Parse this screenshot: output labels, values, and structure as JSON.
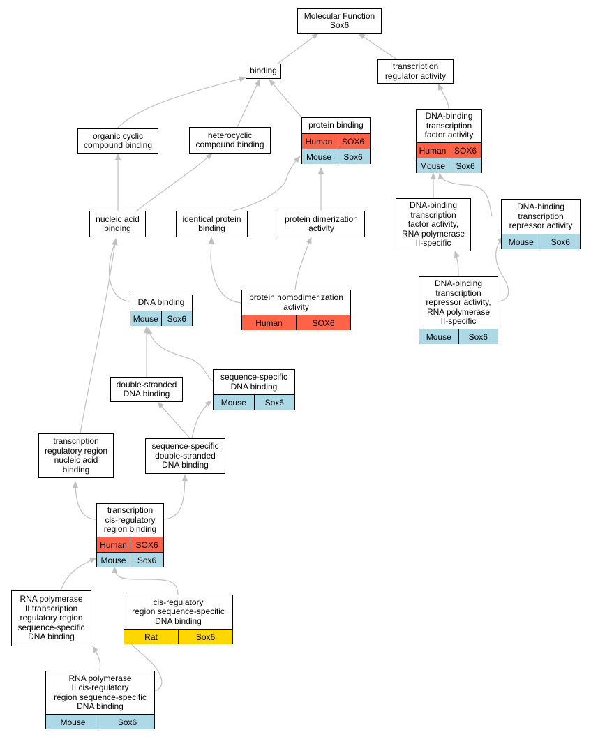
{
  "nodes": [
    {
      "id": "mf",
      "lines": [
        "Molecular Function",
        "Sox6"
      ],
      "rows": []
    },
    {
      "id": "binding",
      "lines": [
        "binding"
      ],
      "rows": []
    },
    {
      "id": "tra",
      "lines": [
        "transcription",
        "regulator activity"
      ],
      "rows": []
    },
    {
      "id": "dbtfa",
      "lines": [
        "DNA-binding",
        "transcription",
        "factor activity"
      ],
      "rows": [
        [
          "Human",
          "SOX6"
        ],
        [
          "Mouse",
          "Sox6"
        ]
      ]
    },
    {
      "id": "ocb",
      "lines": [
        "organic cyclic",
        "compound binding"
      ],
      "rows": []
    },
    {
      "id": "hcb",
      "lines": [
        "heterocyclic",
        "compound binding"
      ],
      "rows": []
    },
    {
      "id": "pb",
      "lines": [
        "protein binding"
      ],
      "rows": [
        [
          "Human",
          "SOX6"
        ],
        [
          "Mouse",
          "Sox6"
        ]
      ]
    },
    {
      "id": "nab",
      "lines": [
        "nucleic acid",
        "binding"
      ],
      "rows": []
    },
    {
      "id": "ipb",
      "lines": [
        "identical protein",
        "binding"
      ],
      "rows": []
    },
    {
      "id": "pda",
      "lines": [
        "protein dimerization",
        "activity"
      ],
      "rows": []
    },
    {
      "id": "dbtfapol",
      "lines": [
        "DNA-binding",
        "transcription",
        "factor activity,",
        "RNA polymerase",
        "II-specific"
      ],
      "rows": []
    },
    {
      "id": "dbtra",
      "lines": [
        "DNA-binding",
        "transcription",
        "repressor activity"
      ],
      "rows": [
        [
          "Mouse",
          "Sox6"
        ]
      ]
    },
    {
      "id": "dbtrapol",
      "lines": [
        "DNA-binding",
        "transcription",
        "repressor activity,",
        "RNA polymerase",
        "II-specific"
      ],
      "rows": [
        [
          "Mouse",
          "Sox6"
        ]
      ]
    },
    {
      "id": "dnab",
      "lines": [
        "DNA binding"
      ],
      "rows": [
        [
          "Mouse",
          "Sox6"
        ]
      ]
    },
    {
      "id": "phda",
      "lines": [
        "protein homodimerization",
        "activity"
      ],
      "rows": [
        [
          "Human",
          "SOX6"
        ]
      ]
    },
    {
      "id": "dsdb",
      "lines": [
        "double-stranded",
        "DNA binding"
      ],
      "rows": []
    },
    {
      "id": "ssdb",
      "lines": [
        "sequence-specific",
        "DNA binding"
      ],
      "rows": [
        [
          "Mouse",
          "Sox6"
        ]
      ]
    },
    {
      "id": "trrnab",
      "lines": [
        "transcription",
        "regulatory region",
        "nucleic acid",
        "binding"
      ],
      "rows": []
    },
    {
      "id": "ssdsdb",
      "lines": [
        "sequence-specific",
        "double-stranded",
        "DNA binding"
      ],
      "rows": []
    },
    {
      "id": "tcrrb",
      "lines": [
        "transcription",
        "cis-regulatory",
        "region binding"
      ],
      "rows": [
        [
          "Human",
          "SOX6"
        ],
        [
          "Mouse",
          "Sox6"
        ]
      ]
    },
    {
      "id": "rnap2trr",
      "lines": [
        "RNA polymerase",
        "II transcription",
        "regulatory region",
        "sequence-specific",
        "DNA binding"
      ],
      "rows": []
    },
    {
      "id": "crrssdb",
      "lines": [
        "cis-regulatory",
        "region sequence-specific",
        "DNA binding"
      ],
      "rows": [
        [
          "Rat",
          "Sox6"
        ]
      ]
    },
    {
      "id": "rnap2crr",
      "lines": [
        "RNA polymerase",
        "II cis-regulatory",
        "region sequence-specific",
        "DNA binding"
      ],
      "rows": [
        [
          "Mouse",
          "Sox6"
        ]
      ]
    }
  ],
  "colors": {
    "Human": "#ff6347",
    "Mouse": "#add8e6",
    "Rat": "#ffd700",
    "edge": "#c0c0c0"
  }
}
